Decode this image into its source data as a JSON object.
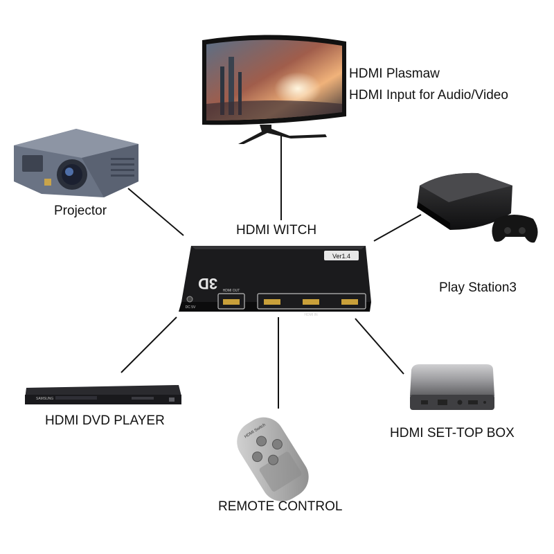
{
  "hub": {
    "label": "HDMI WITCH",
    "badge": "3D",
    "version": "Ver1.4",
    "out_label": "HDMI OUT",
    "in_label": "HDMI IN",
    "dc_label": "DC 5V"
  },
  "monitor": {
    "line1": "HDMI Plasmaw",
    "line2": "HDMI Input for Audio/Video"
  },
  "projector": {
    "label": "Projector"
  },
  "playstation": {
    "label": "Play Station3"
  },
  "dvd": {
    "label": "HDMI DVD PLAYER",
    "brand": "SAMSUNG"
  },
  "remote": {
    "label": "REMOTE CONTROL",
    "title": "HDMI Switch"
  },
  "settop": {
    "label": "HDMI SET-TOP BOX"
  },
  "colors": {
    "device_dark": "#1b1b1d",
    "projector_body": "#6a7384",
    "lines": "#111111"
  }
}
